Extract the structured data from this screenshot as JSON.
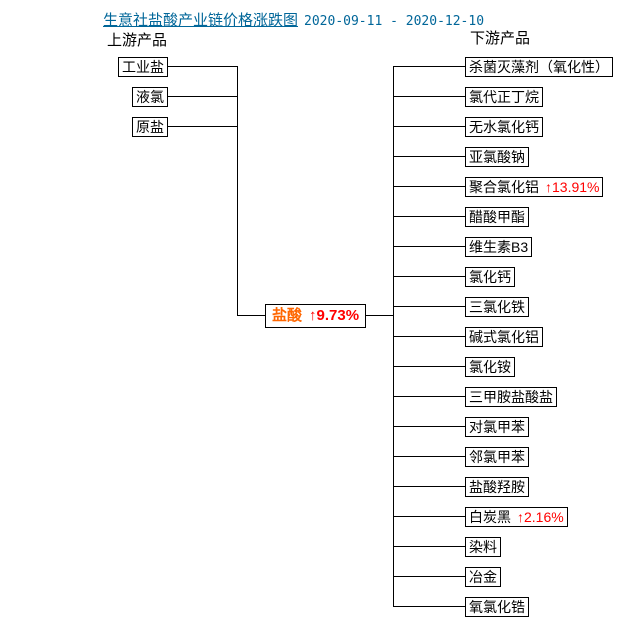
{
  "header": {
    "title": "生意社盐酸产业链价格涨跌图",
    "date_range": "2020-09-11 - 2020-12-10",
    "upstream_label": "上游产品",
    "downstream_label": "下游产品"
  },
  "colors": {
    "title_blue": "#006699",
    "center_orange": "#ff6600",
    "change_red": "#ff0000",
    "box_border": "#000000",
    "background": "#ffffff"
  },
  "center_product": {
    "name": "盐酸",
    "change": "↑9.73%"
  },
  "upstream_products": [
    {
      "name": "工业盐"
    },
    {
      "name": "液氯"
    },
    {
      "name": "原盐"
    }
  ],
  "downstream_products": [
    {
      "name": "杀菌灭藻剂（氧化性）"
    },
    {
      "name": "氯代正丁烷"
    },
    {
      "name": "无水氯化钙"
    },
    {
      "name": "亚氯酸钠"
    },
    {
      "name": "聚合氯化铝",
      "change": "↑13.91%"
    },
    {
      "name": "醋酸甲酯"
    },
    {
      "name": "维生素B3"
    },
    {
      "name": "氯化钙"
    },
    {
      "name": "三氯化铁"
    },
    {
      "name": "碱式氯化铝"
    },
    {
      "name": "氯化铵"
    },
    {
      "name": "三甲胺盐酸盐"
    },
    {
      "name": "对氯甲苯"
    },
    {
      "name": "邻氯甲苯"
    },
    {
      "name": "盐酸羟胺"
    },
    {
      "name": "白炭黑",
      "change": "↑2.16%"
    },
    {
      "name": "染料"
    },
    {
      "name": "冶金"
    },
    {
      "name": "氧氯化锆"
    }
  ]
}
